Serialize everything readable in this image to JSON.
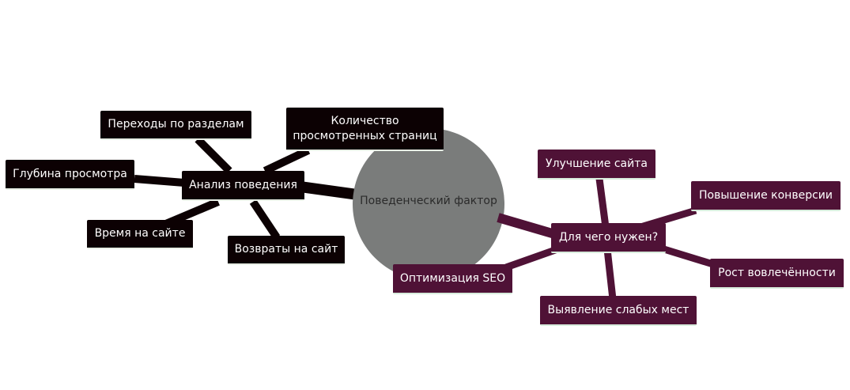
{
  "center": {
    "label": "Поведенческий фактор"
  },
  "left_hub": {
    "label": "Анализ поведения"
  },
  "left_leaves": {
    "transitions": "Переходы по разделам",
    "pages_count_line1": "Количество",
    "pages_count_line2": "просмотренных страниц",
    "depth": "Глубина просмотра",
    "time_on_site": "Время на сайте",
    "returns": "Возвраты на сайт"
  },
  "right_hub": {
    "label": "Для чего нужен?"
  },
  "right_leaves": {
    "improve_site": "Улучшение сайта",
    "conversion": "Повышение конверсии",
    "engagement": "Рост вовлечённости",
    "weak_spots": "Выявление слабых мест",
    "seo": "Оптимизация SEO"
  },
  "colors": {
    "center_circle": "#7a7c7b",
    "left_branch": "#0c0103",
    "right_branch": "#4f1236",
    "underline": "#d7ecdc"
  }
}
